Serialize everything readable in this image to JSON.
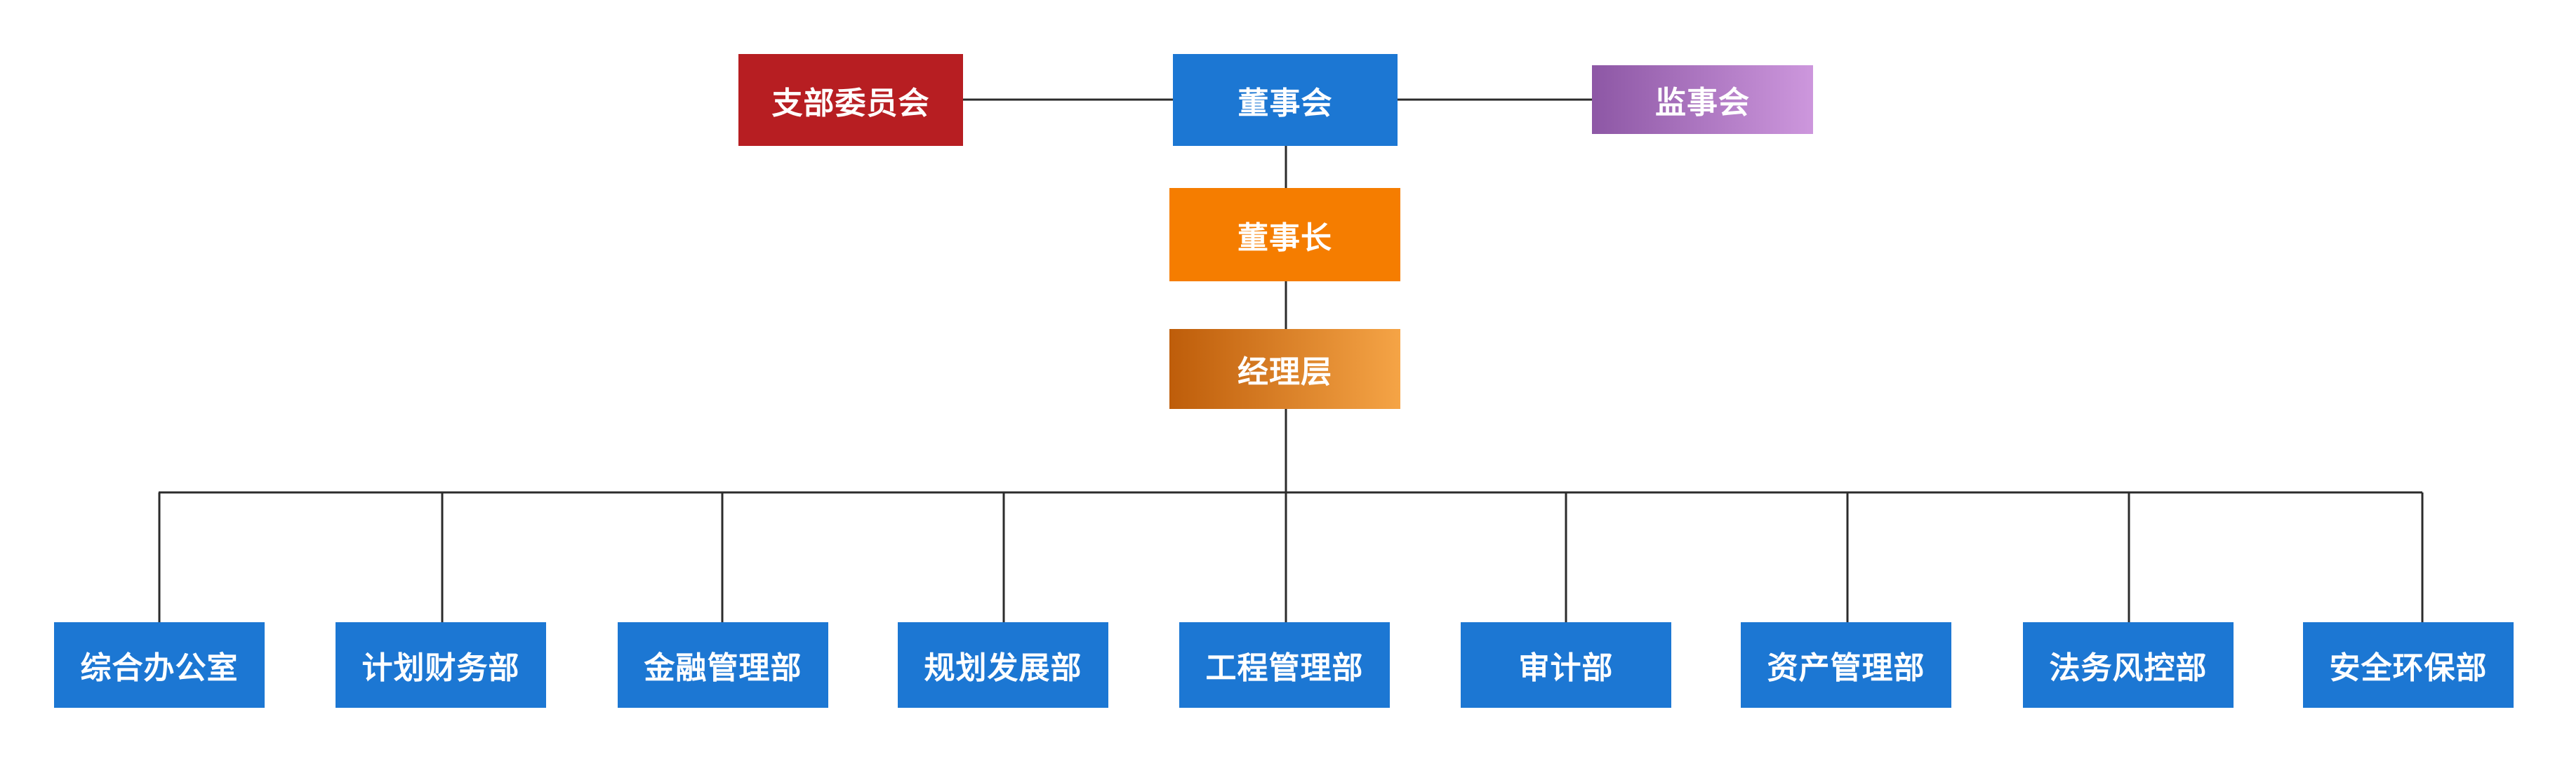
{
  "top_row": {
    "party_committee": "支部委员会",
    "board": "董事会",
    "supervisory_board": "监事会"
  },
  "chairman": "董事长",
  "management": "经理层",
  "departments": [
    "综合办公室",
    "计划财务部",
    "金融管理部",
    "规划发展部",
    "工程管理部",
    "审计部",
    "资产管理部",
    "法务风控部",
    "安全环保部"
  ],
  "colors": {
    "party_committee": "#B71E22",
    "board": "#1C77D3",
    "supervisory_board": "linear-gradient(90deg, #8D57A5 0%, #CD97DD 100%)",
    "chairman": "#F57D00",
    "management": "linear-gradient(90deg, #BE5D0A 0%, #F5A446 100%)",
    "department": "#1C77D3"
  }
}
